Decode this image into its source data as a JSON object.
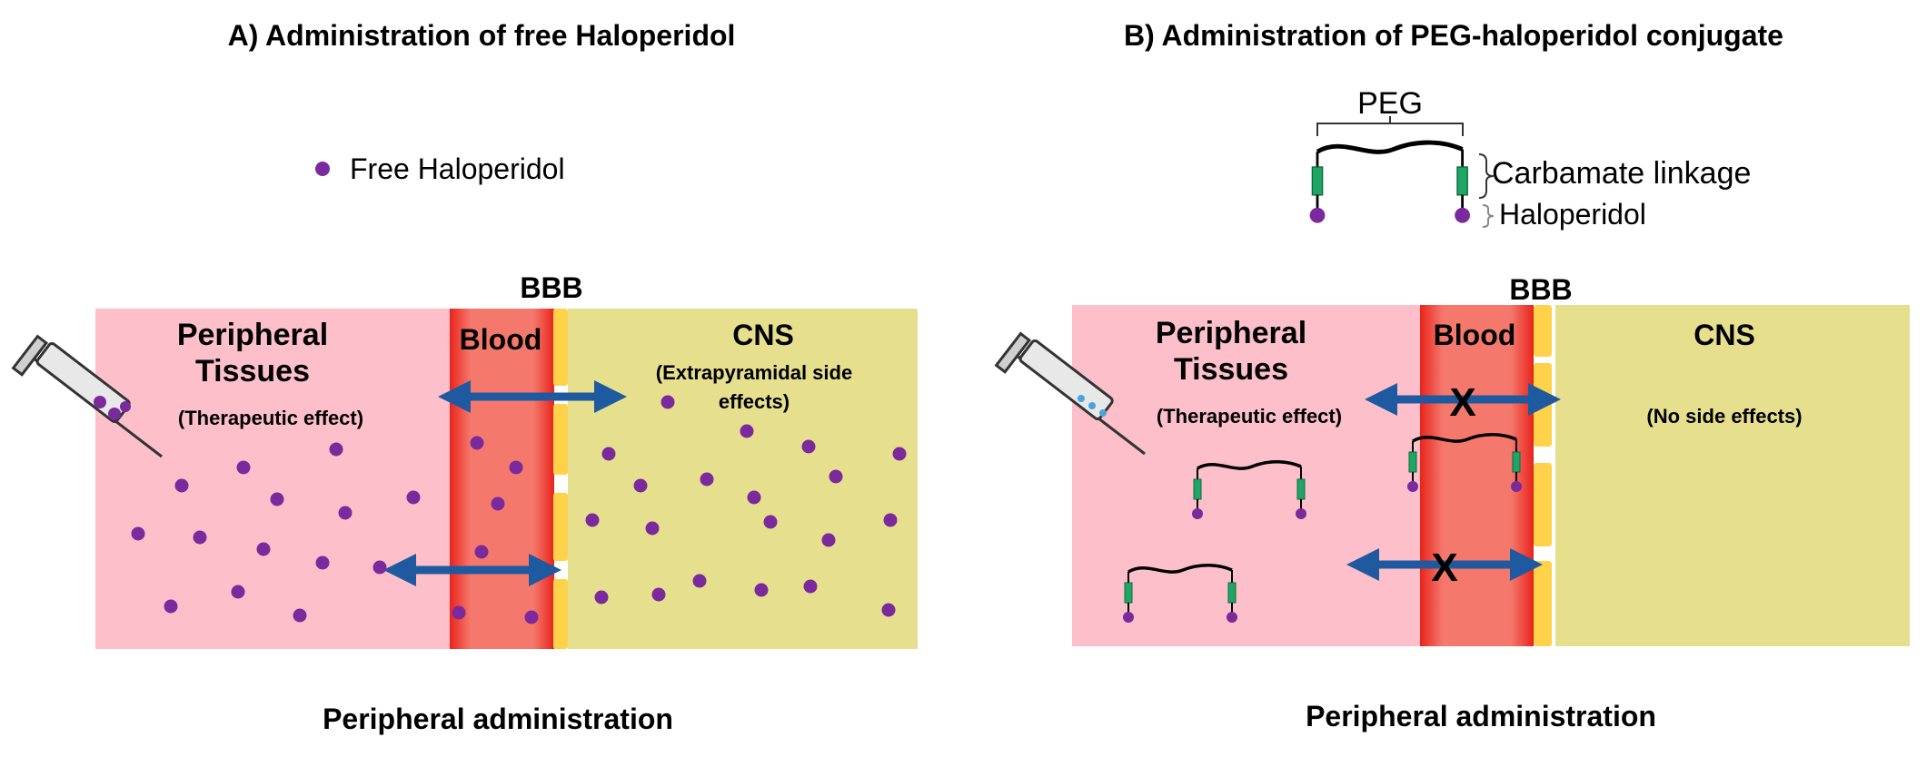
{
  "panel_a": {
    "title": "A) Administration of free Haloperidol",
    "legend_label": "Free Haloperidol",
    "bbb_label": "BBB",
    "peripheral_label_1": "Peripheral",
    "peripheral_label_2": "Tissues",
    "peripheral_effect": "(Therapeutic effect)",
    "blood_label": "Blood",
    "cns_label": "CNS",
    "cns_effect_1": "(Extrapyramidal side",
    "cns_effect_2": "effects)",
    "caption": "Peripheral administration"
  },
  "panel_b": {
    "title": "B) Administration of PEG-haloperidol conjugate",
    "peg_label": "PEG",
    "carbamate_label": "Carbamate linkage",
    "haloperidol_label": "Haloperidol",
    "bbb_label": "BBB",
    "peripheral_label_1": "Peripheral",
    "peripheral_label_2": "Tissues",
    "peripheral_effect": "(Therapeutic effect)",
    "blood_label": "Blood",
    "cns_label": "CNS",
    "cns_effect": "(No side effects)",
    "blocked_mark_1": "X",
    "blocked_mark_2": "X",
    "caption": "Peripheral administration"
  },
  "colors": {
    "peripheral": "#fdbfca",
    "blood": "#f5786c",
    "blood_edge": "#e8241c",
    "cns": "#e6df8e",
    "bbb_cell": "#ffd24a",
    "dot": "#7a2a9c",
    "arrow": "#1f5aa0",
    "linker": "#1fa566"
  }
}
